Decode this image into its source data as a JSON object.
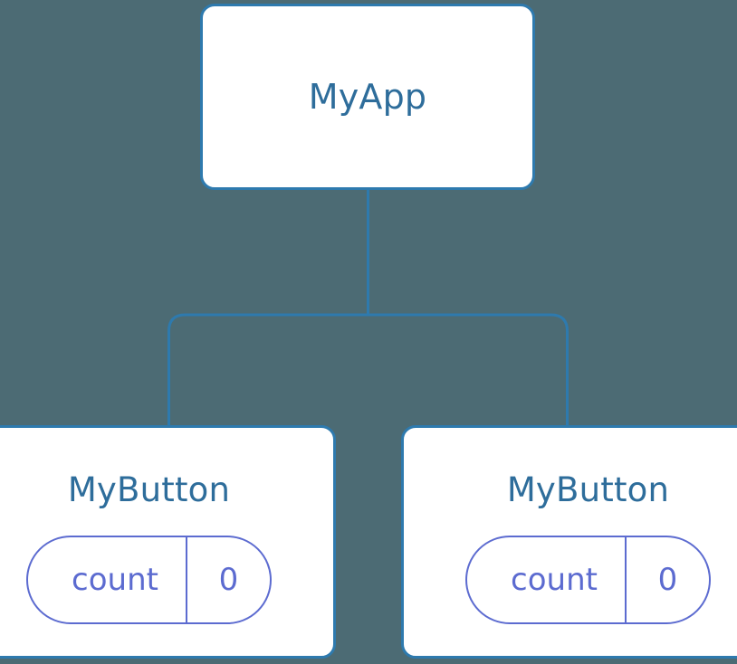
{
  "diagram": {
    "type": "component-tree",
    "background_color": "#4c6b74",
    "node_border_color": "#2e7aae",
    "node_fill_color": "#ffffff",
    "node_label_color": "#2e6d9b",
    "state_accent_color": "#5c6bd0",
    "connector_color": "#2e7aae",
    "root": {
      "label": "MyApp"
    },
    "children": [
      {
        "label": "MyButton",
        "state": {
          "key": "count",
          "value": "0"
        }
      },
      {
        "label": "MyButton",
        "state": {
          "key": "count",
          "value": "0"
        }
      }
    ]
  }
}
